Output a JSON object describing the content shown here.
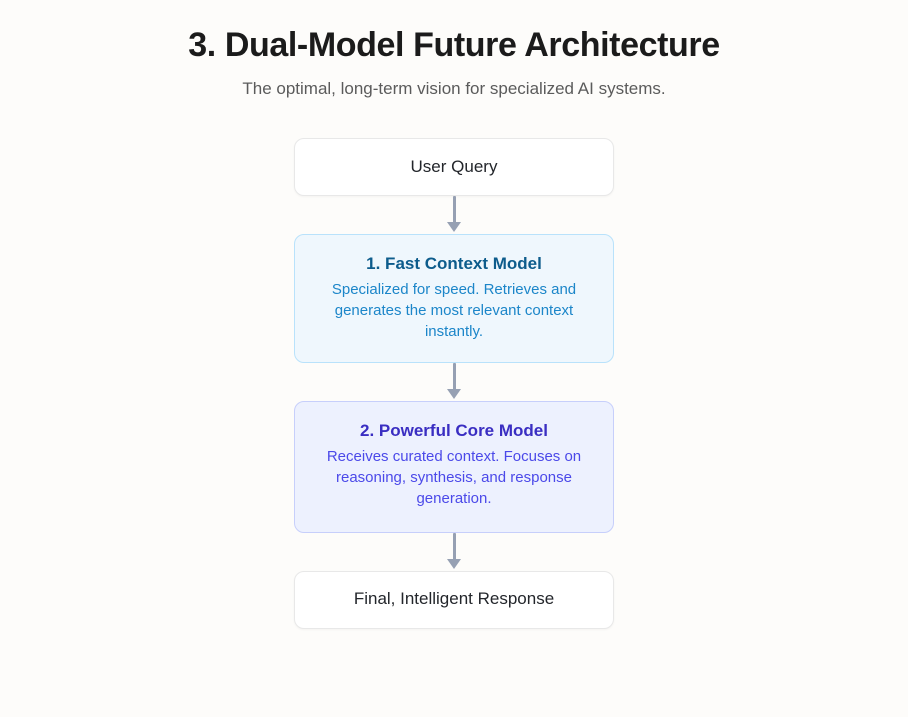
{
  "header": {
    "title": "3. Dual-Model Future Architecture",
    "subtitle": "The optimal, long-term vision for specialized AI systems."
  },
  "colors": {
    "background": "#fdfcfa",
    "title": "#1b1b1b",
    "subtitle": "#5b5b5b",
    "arrow": "#96a0b3",
    "plain_node_bg": "#ffffff",
    "plain_node_border": "#e8e8e8",
    "fast_bg": "#eff7fd",
    "fast_border": "#b9e2fb",
    "fast_title": "#0d5c8c",
    "fast_desc": "#1c86c9",
    "core_bg": "#edf1fe",
    "core_border": "#c7cffb",
    "core_title": "#3a2ec2",
    "core_desc": "#4b49e9"
  },
  "flow": {
    "input_node": {
      "label": "User Query"
    },
    "fast_model": {
      "title": "1. Fast Context Model",
      "description": "Specialized for speed. Retrieves and generates the most relevant context instantly."
    },
    "core_model": {
      "title": "2. Powerful Core Model",
      "description": "Receives curated context. Focuses on reasoning, synthesis, and response generation."
    },
    "output_node": {
      "label": "Final, Intelligent Response"
    },
    "arrows": [
      {
        "name": "arrow-query-to-fast",
        "direction": "down"
      },
      {
        "name": "arrow-fast-to-core",
        "direction": "down"
      },
      {
        "name": "arrow-core-to-output",
        "direction": "down"
      }
    ]
  }
}
